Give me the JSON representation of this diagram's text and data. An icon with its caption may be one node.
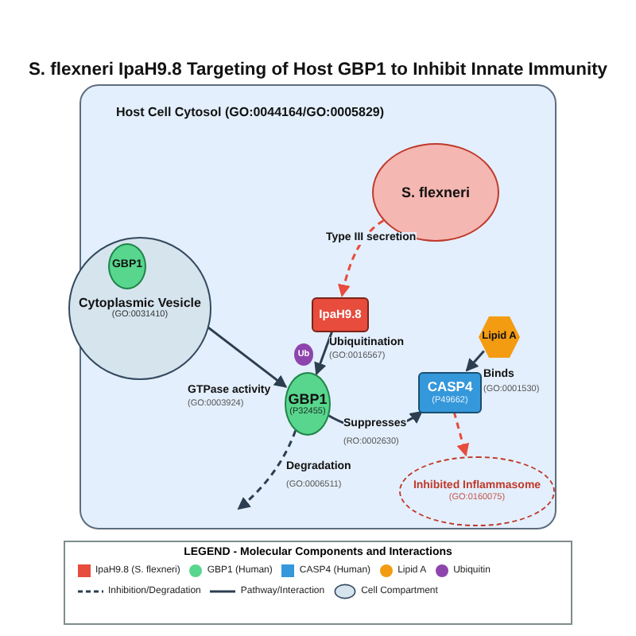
{
  "diagram": {
    "title": "S. flexneri IpaH9.8 Targeting of Host GBP1 to Inhibit Innate Immunity",
    "nodes": [
      {
        "text": [
          "Host Cell Cytosol (GO:0044164/GO:0005829)"
        ]
      },
      {
        "text": [
          "Cytoplasmic Vesicle",
          "(GO:0031410)"
        ],
        "in": 0
      },
      {
        "text": [
          "GBP1"
        ],
        "in": 1
      },
      {
        "text": [
          "S. flexneri"
        ],
        "in": 0
      },
      {
        "text": [
          "IpaH9.8"
        ],
        "in": 0
      },
      {
        "text": [
          "Ub"
        ],
        "in": 0
      },
      {
        "text": [
          "GBP1",
          "(P32455)"
        ],
        "in": 0
      },
      {
        "text": [
          "Lipid A"
        ],
        "in": 0
      },
      {
        "text": [
          "CASP4",
          "(P49662)"
        ],
        "in": 0
      },
      {
        "text": [
          "Inhibited Inflammasome",
          "(GO:0160075)"
        ],
        "in": 0
      }
    ],
    "edges": [
      {
        "from": 3,
        "to": 4,
        "arrow": "to",
        "label": "Type III secretion",
        "style": "dashed",
        "color": "#e74c3c"
      },
      {
        "from": 2,
        "to": 6,
        "arrow": "to"
      },
      {
        "from": 4,
        "to": 6,
        "arrow": "to",
        "label": "Ubiquitination"
      },
      {
        "from": 6,
        "to": 8,
        "arrow": "to",
        "label": "Suppresses"
      },
      {
        "from": 7,
        "to": 8,
        "arrow": "to",
        "label": "Binds"
      },
      {
        "from": 8,
        "to": 9,
        "arrow": "to",
        "style": "dashed",
        "color": "#e74c3c"
      },
      {
        "from": 6,
        "to": null,
        "arrow": "to",
        "label": "Degradation",
        "style": "dashed"
      }
    ],
    "labels": [
      "GTPase activity",
      "(GO:0003924)",
      "(GO:0016567)",
      "(RO:0002630)",
      "(GO:0001530)",
      "(GO:0006511)",
      "LEGEND - Molecular Components and Interactions"
    ],
    "legend": [
      {
        "text": "IpaH9.8 (S. flexneri)",
        "color": "#e74c3c"
      },
      {
        "text": "GBP1 (Human)",
        "color": "#58d68d"
      },
      {
        "text": "CASP4 (Human)",
        "color": "#3498db"
      },
      {
        "text": "Lipid A",
        "color": "#f39c12"
      },
      {
        "text": "Ubiquitin",
        "color": "#8e44ad"
      },
      {
        "text": "Inhibition/Degradation"
      },
      {
        "text": "Pathway/Interaction"
      },
      {
        "text": "Cell Compartment"
      }
    ]
  }
}
